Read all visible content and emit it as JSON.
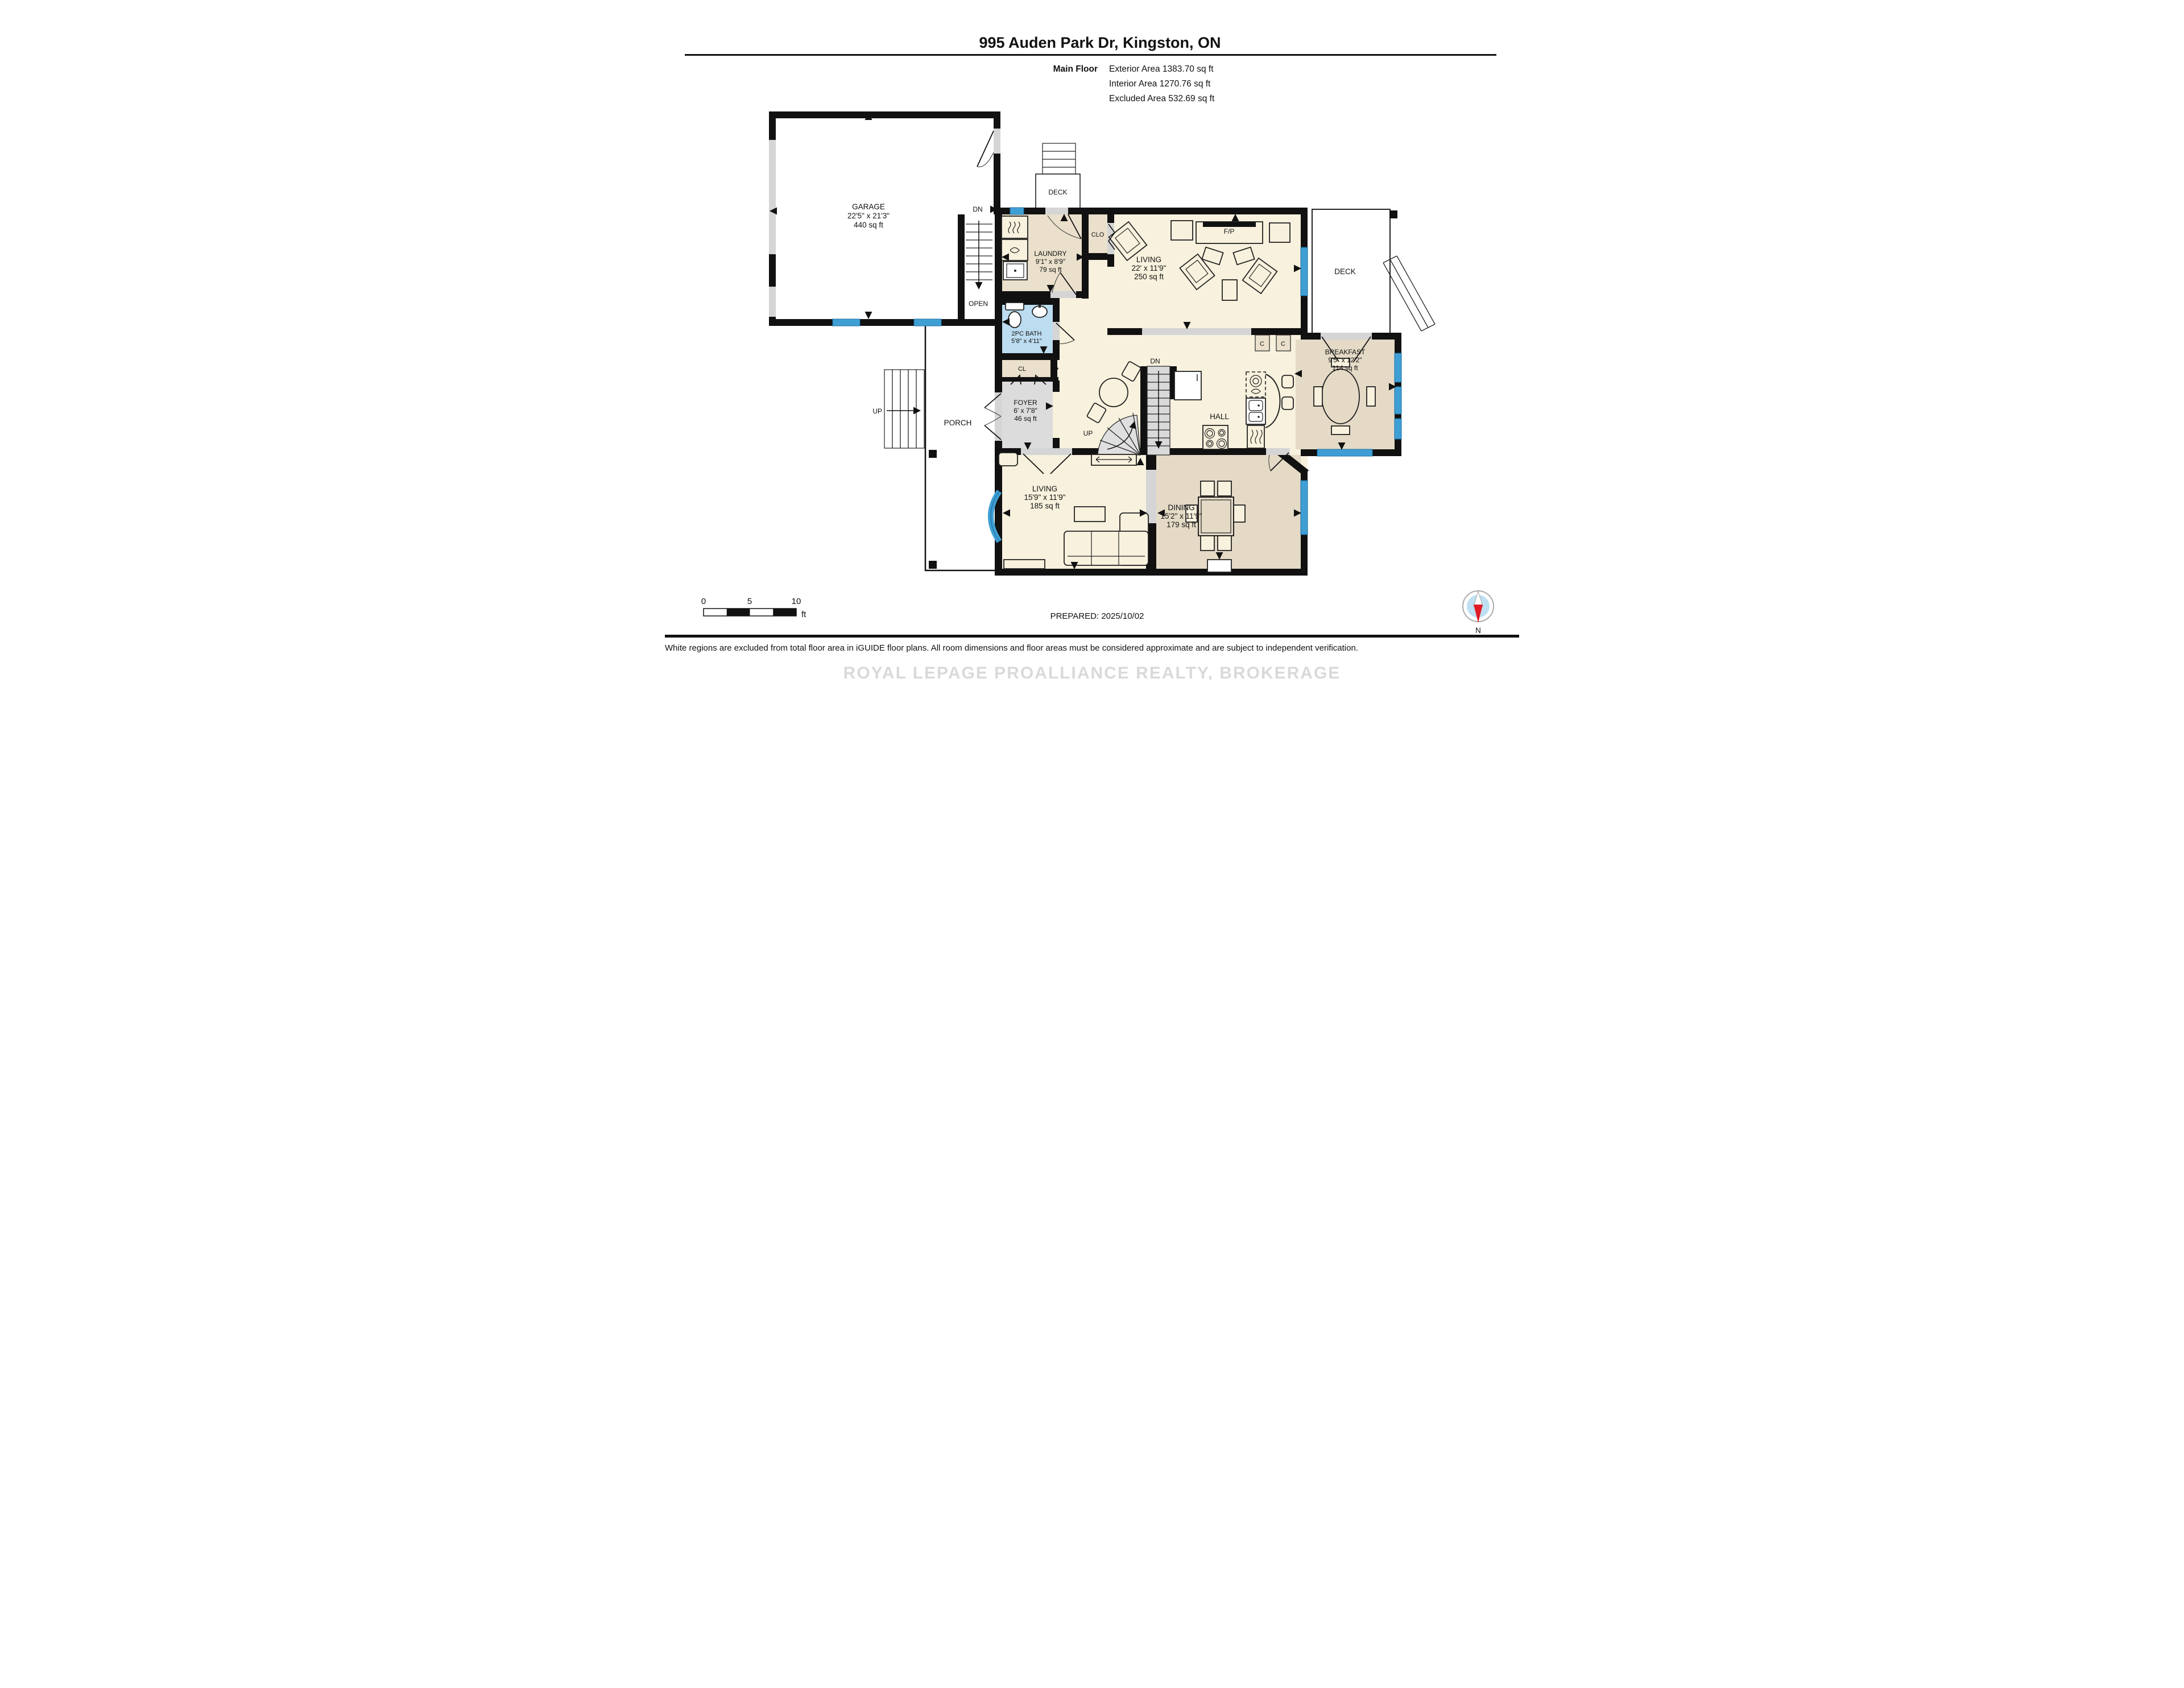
{
  "header": {
    "title": "995 Auden Park Dr, Kingston, ON",
    "floor_label": "Main Floor",
    "exterior_area": "Exterior Area 1383.70 sq ft",
    "interior_area": "Interior Area 1270.76 sq ft",
    "excluded_area": "Excluded Area 532.69 sq ft"
  },
  "rooms": {
    "garage": {
      "name": "GARAGE",
      "dims": "22'5\" x 21'3\"",
      "area": "440 sq ft"
    },
    "laundry": {
      "name": "LAUNDRY",
      "dims": "9'1\" x 8'9\"",
      "area": "79 sq ft"
    },
    "living_top": {
      "name": "LIVING",
      "dims": "22' x 11'9\"",
      "area": "250 sq ft"
    },
    "breakfast": {
      "name": "BREAKFAST",
      "dims": "9'5\" x 12'2\"",
      "area": "114 sq ft"
    },
    "hall": {
      "name": "HALL"
    },
    "foyer": {
      "name": "FOYER",
      "dims": "6' x 7'8\"",
      "area": "46 sq ft"
    },
    "living_bottom": {
      "name": "LIVING",
      "dims": "15'9\" x 11'9\"",
      "area": "185 sq ft"
    },
    "dining": {
      "name": "DINING",
      "dims": "15'2\" x 11'9\"",
      "area": "179 sq ft"
    },
    "bath": {
      "name": "2PC BATH",
      "dims": "5'8\" x 4'11\""
    },
    "deck_top": {
      "name": "DECK"
    },
    "deck_right": {
      "name": "DECK"
    },
    "porch": {
      "name": "PORCH"
    },
    "fireplace_label": "F/P",
    "closet_clo": "CLO",
    "closet_cl": "CL",
    "closet_c1": "C",
    "closet_c2": "C",
    "open_label": "OPEN",
    "stair_dn_garage": "DN",
    "stair_dn_hall": "DN",
    "stair_up_porch": "UP",
    "stair_up_hall": "UP"
  },
  "footer": {
    "scale": {
      "t0": "0",
      "t5": "5",
      "t10": "10",
      "unit": "ft"
    },
    "prepared": "PREPARED: 2025/10/02",
    "disclaimer": "White regions are excluded from total floor area in iGUIDE floor plans. All room dimensions and floor areas must be considered approximate and are subject to independent verification.",
    "watermark": "ROYAL LEPAGE PROALLIANCE REALTY, BROKERAGE",
    "compass_north": "N"
  },
  "colors": {
    "wall": "#111111",
    "cream": "#f7f1dd",
    "tan": "#eae0cb",
    "tan_dark": "#e4dac6",
    "gray_room": "#dcdcdc",
    "door": "#d5d5d5",
    "bath_blue": "#bcdcf0",
    "window_blue": "#3f9fd4",
    "window_dark": "#1d6fa3",
    "accent_red": "#e01b24",
    "stair_gray": "#d9d9d9"
  }
}
